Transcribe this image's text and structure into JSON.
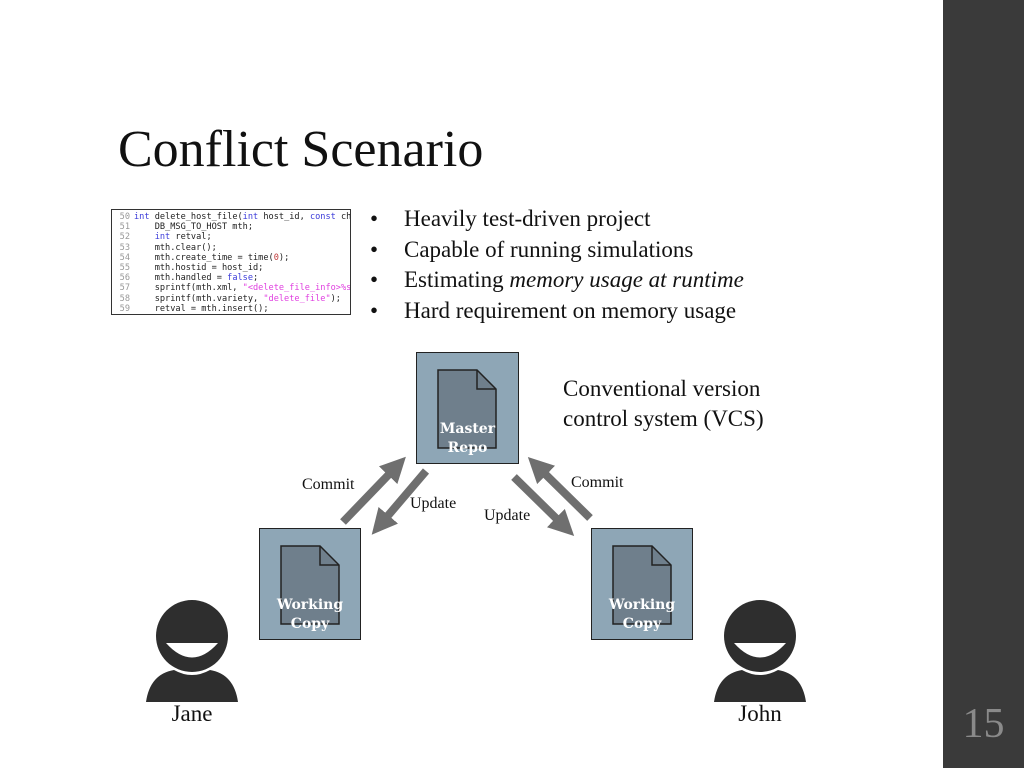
{
  "slide": {
    "title": "Conflict Scenario",
    "page_number": "15"
  },
  "code_snippet": {
    "lines": [
      {
        "num": "50",
        "parts": [
          [
            "kw",
            "int"
          ],
          [
            "t",
            " delete_host_file("
          ],
          [
            "kw",
            "int"
          ],
          [
            "t",
            " host_id, "
          ],
          [
            "kw",
            "const"
          ],
          [
            "t",
            " ch"
          ]
        ]
      },
      {
        "num": "51",
        "parts": [
          [
            "t",
            "    DB_MSG_TO_HOST mth;"
          ]
        ]
      },
      {
        "num": "52",
        "parts": [
          [
            "t",
            "    "
          ],
          [
            "kw",
            "int"
          ],
          [
            "t",
            " retval;"
          ]
        ]
      },
      {
        "num": "53",
        "parts": [
          [
            "t",
            "    mth.clear();"
          ]
        ]
      },
      {
        "num": "54",
        "parts": [
          [
            "t",
            "    mth.create_time = time("
          ],
          [
            "num",
            "0"
          ],
          [
            "t",
            ");"
          ]
        ]
      },
      {
        "num": "55",
        "parts": [
          [
            "t",
            "    mth.hostid = host_id;"
          ]
        ]
      },
      {
        "num": "56",
        "parts": [
          [
            "t",
            "    mth.handled = "
          ],
          [
            "kw",
            "false"
          ],
          [
            "t",
            ";"
          ]
        ]
      },
      {
        "num": "57",
        "parts": [
          [
            "t",
            "    sprintf(mth.xml, "
          ],
          [
            "str",
            "\"<delete_file_info>%s"
          ]
        ]
      },
      {
        "num": "58",
        "parts": [
          [
            "t",
            "    sprintf(mth.variety, "
          ],
          [
            "str",
            "\"delete_file\""
          ],
          [
            "t",
            ");"
          ]
        ]
      },
      {
        "num": "59",
        "parts": [
          [
            "t",
            "    retval = mth.insert();"
          ]
        ]
      }
    ]
  },
  "bullets": [
    {
      "text": "Heavily test-driven project",
      "emphasis": ""
    },
    {
      "text": "Capable of running simulations",
      "emphasis": ""
    },
    {
      "text": "Estimating ",
      "emphasis": "memory usage at runtime"
    },
    {
      "text": "Hard requirement on memory usage",
      "emphasis": ""
    }
  ],
  "bullet_marker": "•",
  "diagram": {
    "caption_line1": "Conventional version",
    "caption_line2": "control system (VCS)",
    "master": {
      "line1": "Master",
      "line2": "Repo"
    },
    "left_copy": {
      "line1": "Working",
      "line2": "Copy"
    },
    "right_copy": {
      "line1": "Working",
      "line2": "Copy"
    },
    "left_commit": "Commit",
    "left_update": "Update",
    "right_commit": "Commit",
    "right_update": "Update",
    "person_left": "Jane",
    "person_right": "John"
  },
  "colors": {
    "box_fill": "#8ea6b6",
    "doc_fill": "#6f7f8c",
    "arrow": "#6f6f6f",
    "person": "#2e2e2e",
    "sidebar": "#3a3a3a"
  },
  "icons": [
    "document-icon",
    "person-icon",
    "arrow-icon"
  ]
}
